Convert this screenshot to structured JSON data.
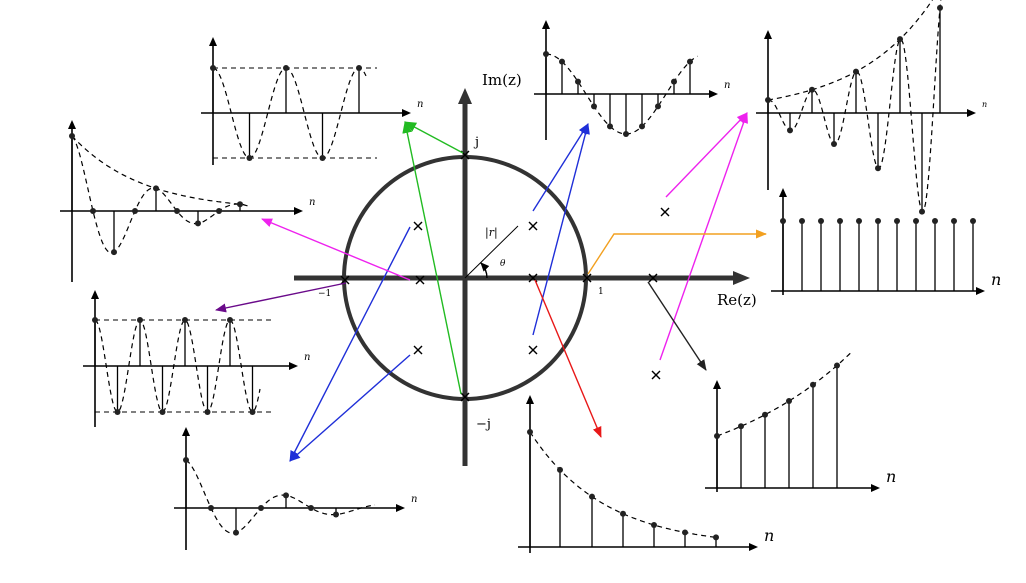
{
  "main_plane": {
    "real_label": "Re(z)",
    "imag_label": "Im(z)",
    "j_label": "j",
    "minus_j_label": "−j",
    "one_label": "1",
    "minus_one_label": "−1",
    "r_label": "|r|",
    "theta_label": "θ"
  },
  "signal_axis_label": "n",
  "colors": {
    "green": "#22bb22",
    "blue": "#1f2fd8",
    "magenta": "#ee22ee",
    "purple": "#6a0a8a",
    "orange": "#f2a020",
    "red": "#e81818",
    "black": "#222222"
  },
  "signal_shapes": [
    {
      "id": "cosine-constant",
      "behavior": "constant amplitude oscillation"
    },
    {
      "id": "decaying-cosine",
      "behavior": "decaying oscillation"
    },
    {
      "id": "alternating-constant",
      "behavior": "constant amplitude alternation"
    },
    {
      "id": "decaying-sinusoid",
      "behavior": "decaying oscillation"
    },
    {
      "id": "decaying-exponential",
      "behavior": "decaying exponential"
    },
    {
      "id": "growing-exponential",
      "behavior": "growing exponential"
    },
    {
      "id": "unit-step",
      "behavior": "constant"
    },
    {
      "id": "growing-cosine",
      "behavior": "growing oscillation"
    },
    {
      "id": "slow-oscillation",
      "behavior": "slow oscillation"
    }
  ]
}
